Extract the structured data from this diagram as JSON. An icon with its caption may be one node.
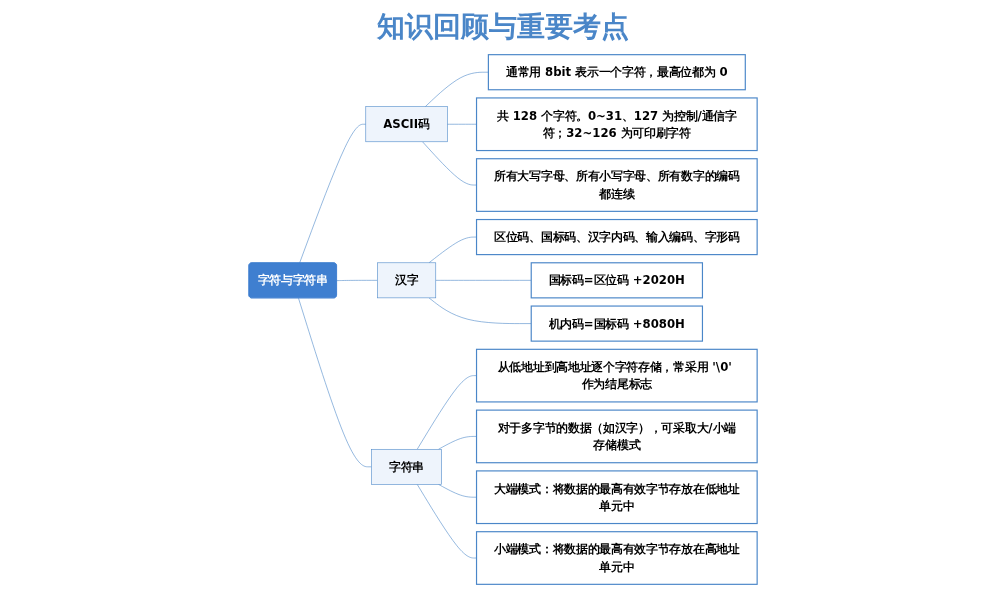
{
  "diagram": {
    "title": "知识回顾与重要考点",
    "nodes": [
      {
        "text": [
          "字符与字符串"
        ]
      },
      {
        "text": [
          "ASCII码"
        ]
      },
      {
        "text": [
          "通常用 8bit 表示一个字符，最高位都为 0"
        ]
      },
      {
        "text": [
          "共 128 个字符。0~31、127 为控制/通信字符；32~126 为可印刷字符"
        ]
      },
      {
        "text": [
          "所有大写字母、所有小写字母、所有数字的编码都连续"
        ]
      },
      {
        "text": [
          "汉字"
        ]
      },
      {
        "text": [
          "区位码、国标码、汉字内码、输入编码、字形码"
        ]
      },
      {
        "text": [
          "国标码=区位码 +2020H"
        ]
      },
      {
        "text": [
          "机内码=国标码 +8080H"
        ]
      },
      {
        "text": [
          "字符串"
        ]
      },
      {
        "text": [
          "从低地址到高地址逐个字符存储，常采用 '\\0' 作为结尾标志"
        ]
      },
      {
        "text": [
          "对于多字节的数据（如汉字），可采取大/小端存储模式"
        ]
      },
      {
        "text": [
          "大端模式：将数据的最高有效字节存放在低地址单元中"
        ]
      },
      {
        "text": [
          "小端模式：将数据的最高有效字节存放在高地址单元中"
        ]
      }
    ],
    "edges": [
      {
        "from": 0,
        "to": 1,
        "arrow": "none"
      },
      {
        "from": 1,
        "to": 2,
        "arrow": "none"
      },
      {
        "from": 1,
        "to": 3,
        "arrow": "none"
      },
      {
        "from": 1,
        "to": 4,
        "arrow": "none"
      },
      {
        "from": 0,
        "to": 5,
        "arrow": "none"
      },
      {
        "from": 5,
        "to": 6,
        "arrow": "none"
      },
      {
        "from": 5,
        "to": 7,
        "arrow": "none"
      },
      {
        "from": 5,
        "to": 8,
        "arrow": "none"
      },
      {
        "from": 0,
        "to": 9,
        "arrow": "none"
      },
      {
        "from": 9,
        "to": 10,
        "arrow": "none"
      },
      {
        "from": 9,
        "to": 11,
        "arrow": "none"
      },
      {
        "from": 9,
        "to": 12,
        "arrow": "none"
      },
      {
        "from": 9,
        "to": 13,
        "arrow": "none"
      }
    ]
  }
}
